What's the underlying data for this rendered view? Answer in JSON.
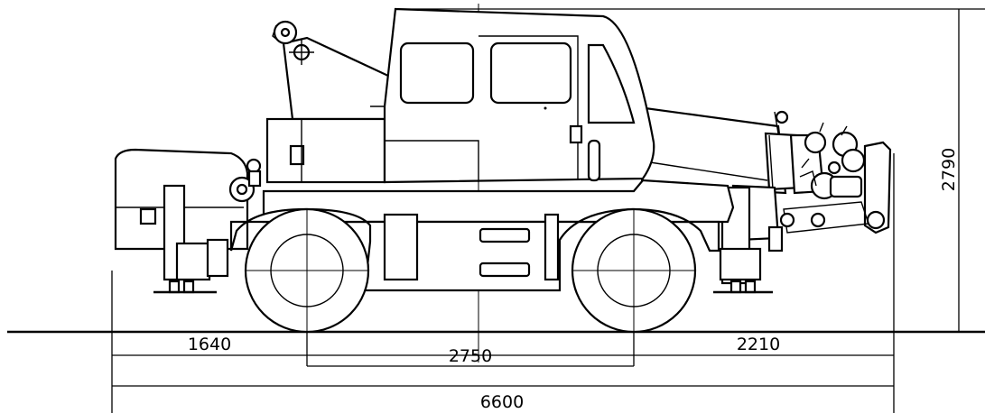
{
  "drawing": {
    "dimensions": {
      "rear_overhang": "1640",
      "wheelbase": "2750",
      "front_overhang": "2210",
      "overall_length": "6600",
      "overall_height": "2790"
    }
  }
}
